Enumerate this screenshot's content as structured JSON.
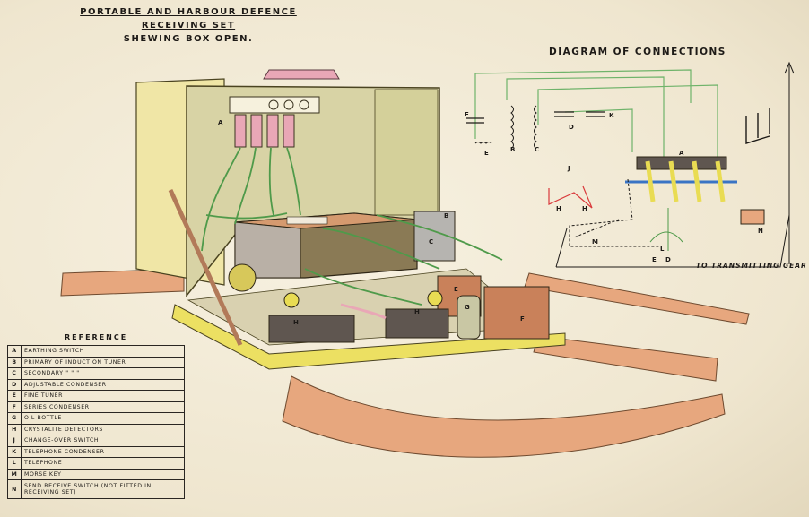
{
  "title": {
    "line1": "PORTABLE AND HARBOUR DEFENCE",
    "line2": "RECEIVING SET",
    "line3": "SHEWING BOX OPEN."
  },
  "diagram_title": "DIAGRAM OF CONNECTIONS",
  "transmit_label": "TO TRANSMITTING GEAR",
  "reference": {
    "title": "REFERENCE",
    "items": [
      {
        "key": "A",
        "label": "EARTHING SWITCH"
      },
      {
        "key": "B",
        "label": "PRIMARY OF INDUCTION TUNER"
      },
      {
        "key": "C",
        "label": "SECONDARY  \"     \"     \""
      },
      {
        "key": "D",
        "label": "ADJUSTABLE CONDENSER"
      },
      {
        "key": "E",
        "label": "FINE TUNER"
      },
      {
        "key": "F",
        "label": "SERIES CONDENSER"
      },
      {
        "key": "G",
        "label": "OIL BOTTLE"
      },
      {
        "key": "H",
        "label": "CRYSTALITE DETECTORS"
      },
      {
        "key": "J",
        "label": "CHANGE-OVER SWITCH"
      },
      {
        "key": "K",
        "label": "TELEPHONE CONDENSER"
      },
      {
        "key": "L",
        "label": "TELEPHONE"
      },
      {
        "key": "M",
        "label": "MORSE KEY"
      },
      {
        "key": "N",
        "label": "SEND RECEIVE SWITCH (NOT FITTED IN RECEIVING SET)"
      }
    ]
  },
  "drawing_labels": {
    "box_a": "A",
    "box_b": "B",
    "box_c": "C",
    "box_e": "E",
    "box_f": "F",
    "box_g": "G",
    "box_h1": "H",
    "box_h2": "H",
    "dia_f": "F",
    "dia_e": "E",
    "dia_b": "B",
    "dia_c": "C",
    "dia_d": "D",
    "dia_k": "K",
    "dia_a": "A",
    "dia_j": "J",
    "dia_h1": "H",
    "dia_h2": "H",
    "dia_m": "M",
    "dia_l": "L",
    "dia_n": "N",
    "dia_e2": "E",
    "dia_d2": "D"
  },
  "colors": {
    "paper": "#f3ecd9",
    "brass": "#e9dc53",
    "leather": "#e7a77e",
    "wood": "#8a7a55",
    "wire_green": "#4f9a4a",
    "wire_blue": "#3a74c4",
    "wire_red": "#d9393b",
    "pink": "#e9a7b6"
  }
}
